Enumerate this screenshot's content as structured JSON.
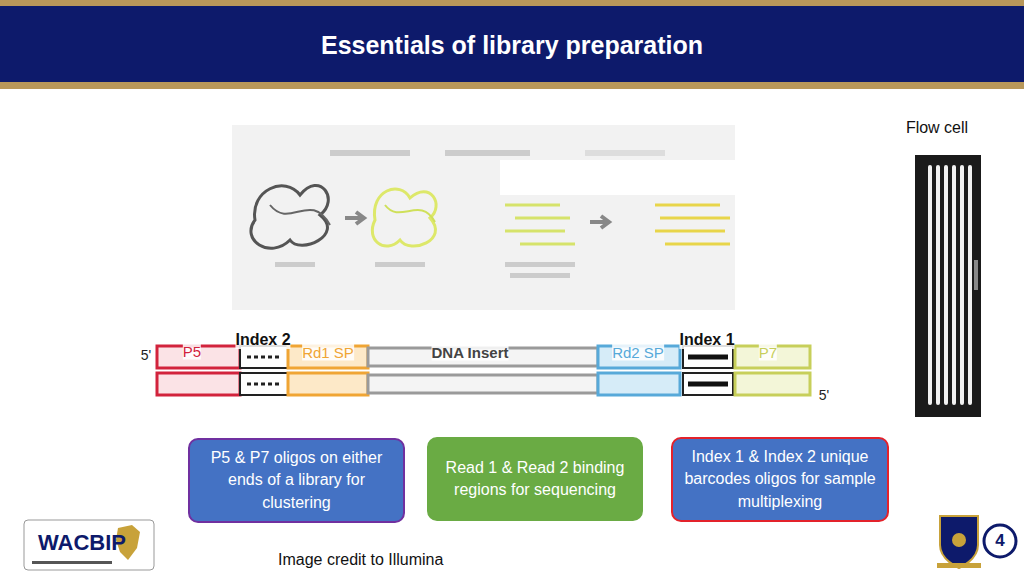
{
  "diagram": {
    "title": "Essentials of library preparation",
    "caption": "Image credit to Illumina",
    "nodes": [
      {
        "text": [
          "P5 & P7 oligos on either ends of a library for clustering"
        ]
      },
      {
        "text": [
          "Read 1 & Read 2 binding regions for sequencing"
        ]
      },
      {
        "text": [
          "Index 1 & Index 2 unique barcodes oligos for sample multiplexing"
        ]
      },
      {
        "text": [
          "4"
        ]
      }
    ],
    "labels": [
      "Flow cell",
      "5'",
      "P5",
      "Index 2",
      "Rd1 SP",
      "DNA Insert",
      "Rd2 SP",
      "Index 1",
      "P7",
      "5'",
      "WACBIP"
    ]
  }
}
